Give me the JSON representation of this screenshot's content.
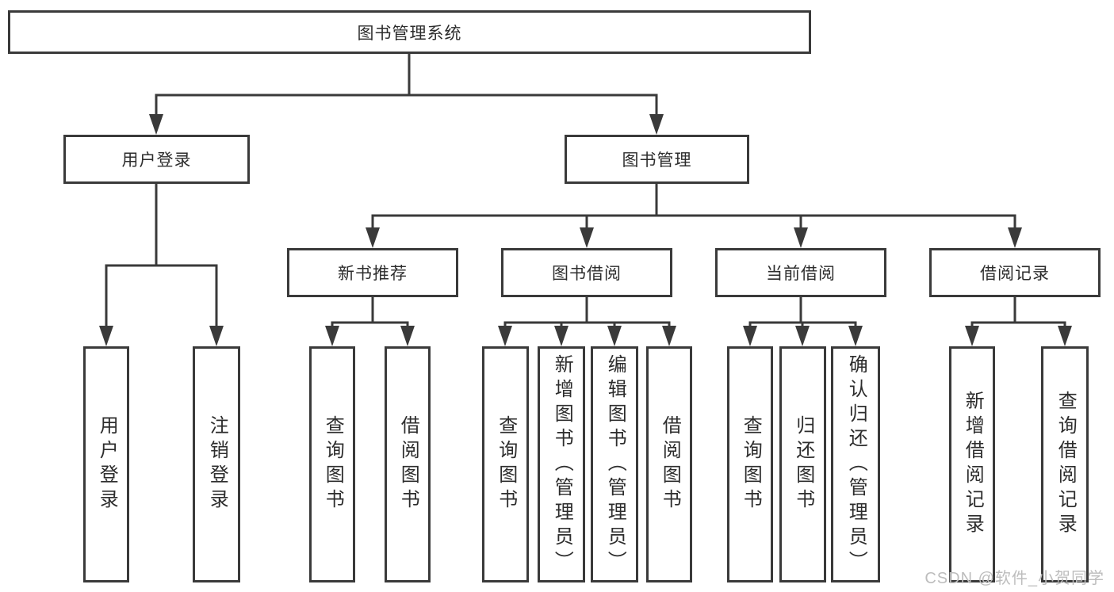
{
  "diagram": {
    "colors": {
      "line": "#3a3a3a",
      "box_border": "#3a3a3a",
      "box_background": "#ffffff",
      "text": "#2d2d2d",
      "watermark": "#bdbdbd"
    },
    "tree": {
      "label": "图书管理系统",
      "children": [
        {
          "label": "用户登录",
          "children": [
            {
              "label": "用户登录"
            },
            {
              "label": "注销登录"
            }
          ]
        },
        {
          "label": "图书管理",
          "children": [
            {
              "label": "新书推荐",
              "children": [
                {
                  "label": "查询图书"
                },
                {
                  "label": "借阅图书"
                }
              ]
            },
            {
              "label": "图书借阅",
              "children": [
                {
                  "label": "查询图书"
                },
                {
                  "label": "新增图书（管理员）"
                },
                {
                  "label": "编辑图书（管理员）"
                },
                {
                  "label": "借阅图书"
                }
              ]
            },
            {
              "label": "当前借阅",
              "children": [
                {
                  "label": "查询图书"
                },
                {
                  "label": "归还图书"
                },
                {
                  "label": "确认归还（管理员）"
                }
              ]
            },
            {
              "label": "借阅记录",
              "children": [
                {
                  "label": "新增借阅记录"
                },
                {
                  "label": "查询借阅记录"
                }
              ]
            }
          ]
        }
      ]
    },
    "watermark": {
      "text": "CSDN @软件_小贺同学"
    }
  }
}
